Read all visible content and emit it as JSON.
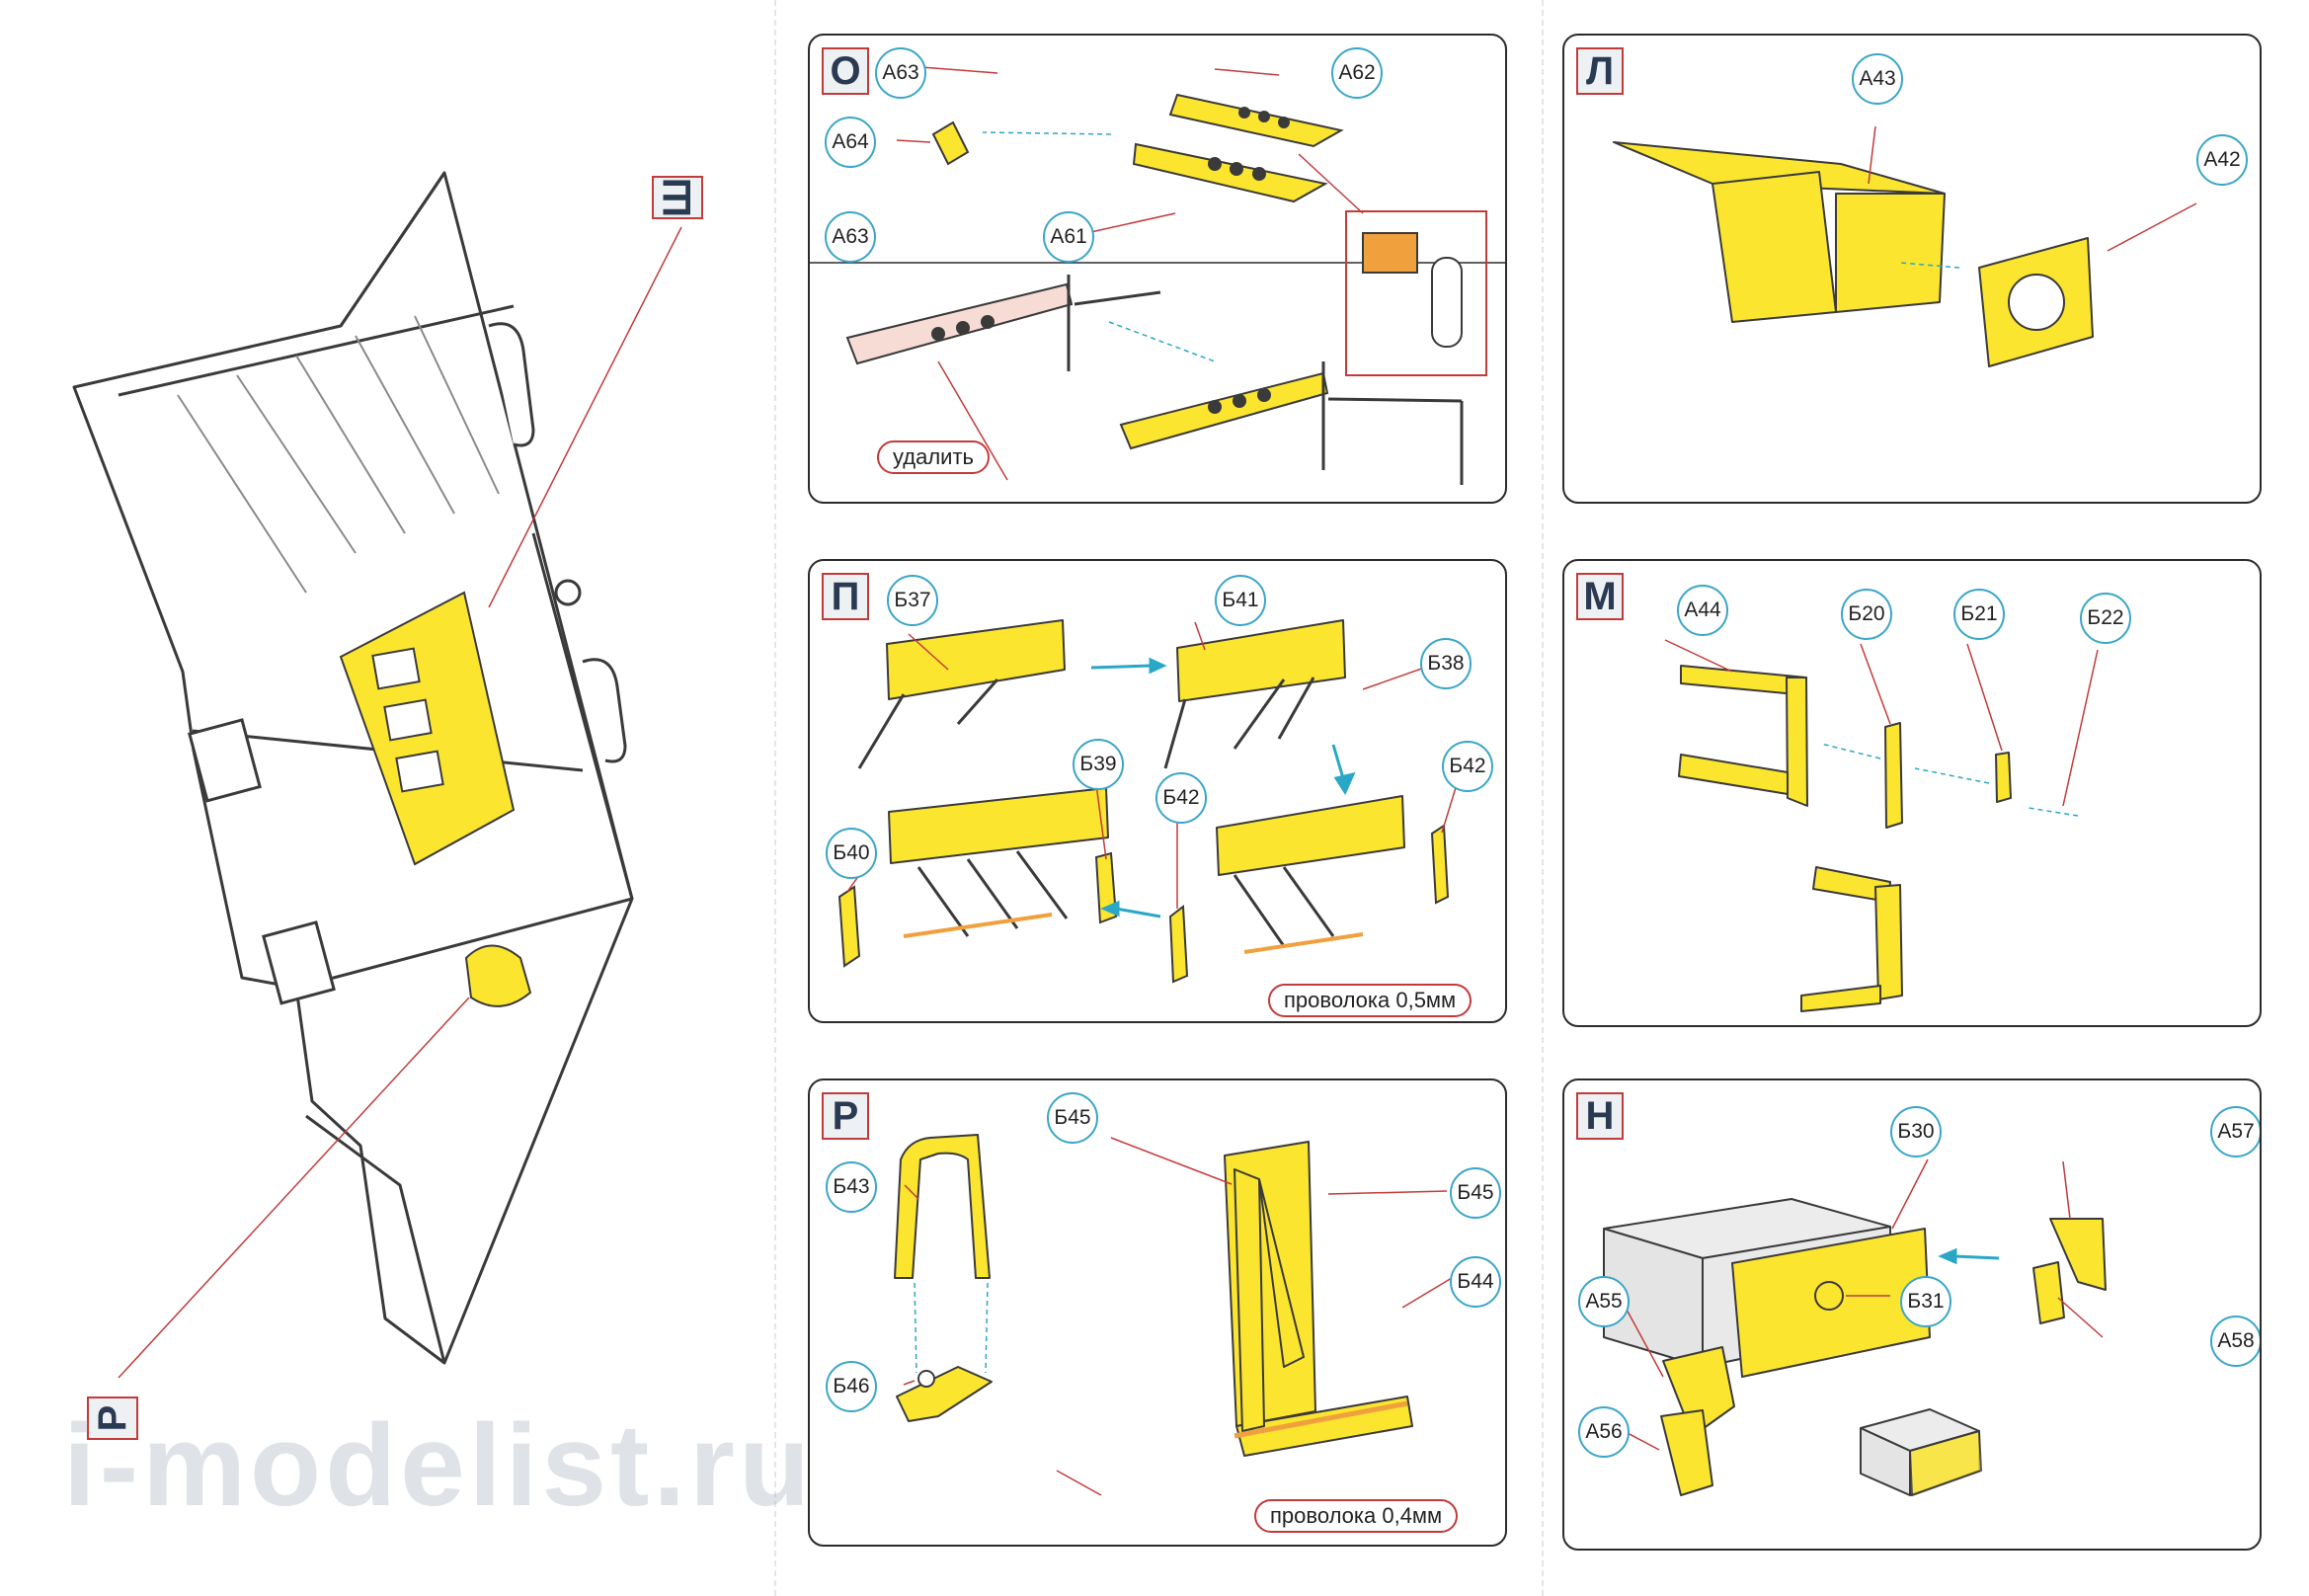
{
  "colors": {
    "part_yellow": "#fbe52e",
    "part_orange": "#f0a03c",
    "panel_border": "#2b2b2b",
    "callout_border": "#3aa6c8",
    "arrow_cyan": "#2aa7c6",
    "label_red": "#c23b3b"
  },
  "left_view": {
    "label_top": "Ш",
    "label_bottom": "Р"
  },
  "panels": {
    "O": {
      "letter": "О",
      "callouts": {
        "a63_top": "А63",
        "a62": "А62",
        "a64": "А64",
        "a63_bottom": "А63",
        "a61": "А61"
      },
      "note": "удалить"
    },
    "L": {
      "letter": "Л",
      "callouts": {
        "a43": "А43",
        "a42": "А42"
      }
    },
    "P": {
      "letter": "П",
      "callouts": {
        "b37": "Б37",
        "b41": "Б41",
        "b38": "Б38",
        "b39": "Б39",
        "b42_right": "Б42",
        "b40": "Б40",
        "b42_mid": "Б42"
      },
      "note": "проволока 0,5мм"
    },
    "M": {
      "letter": "М",
      "callouts": {
        "a44": "А44",
        "b20": "Б20",
        "b21": "Б21",
        "b22": "Б22"
      }
    },
    "R": {
      "letter": "Р",
      "callouts": {
        "b45_left": "Б45",
        "b43": "Б43",
        "b45_right": "Б45",
        "b44": "Б44",
        "b46": "Б46"
      },
      "note": "проволока 0,4мм"
    },
    "N": {
      "letter": "Н",
      "callouts": {
        "b30": "Б30",
        "a57": "А57",
        "b31": "Б31",
        "a55": "А55",
        "a58": "А58",
        "a56": "А56"
      }
    }
  },
  "watermark": "i-modelist.ru"
}
